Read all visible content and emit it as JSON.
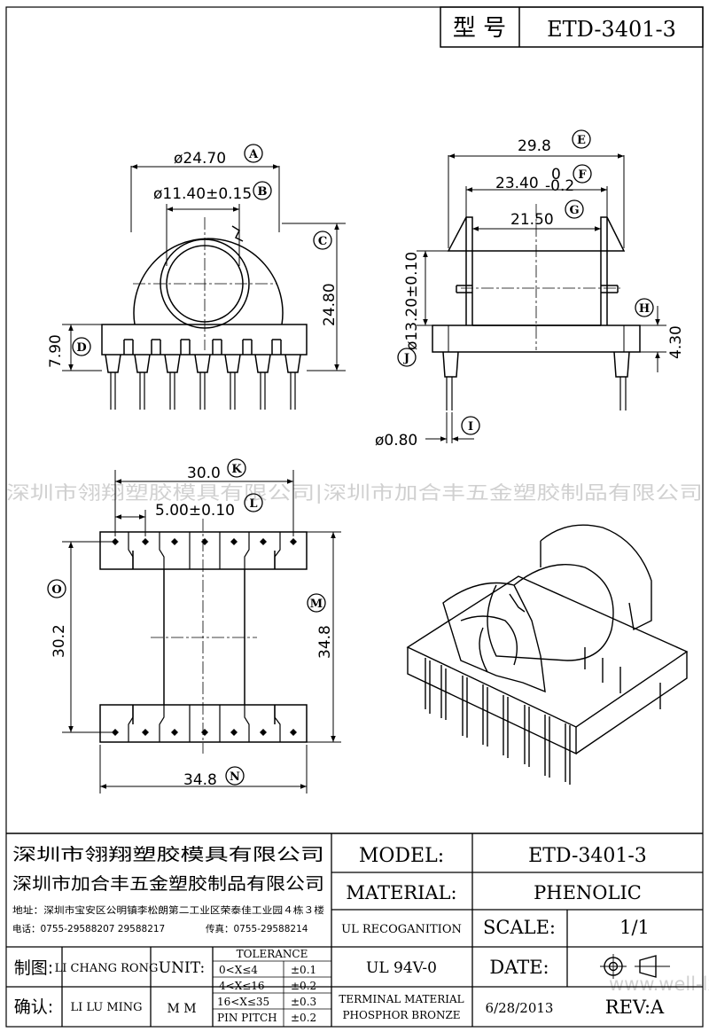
{
  "header": {
    "type_label": "型 号",
    "model": "ETD-3401-3"
  },
  "dims": {
    "A": {
      "text": "ø24.70",
      "tag": "A"
    },
    "B": {
      "text": "ø11.40±0.15",
      "tag": "B"
    },
    "C": {
      "text": "24.80",
      "tag": "C"
    },
    "D": {
      "text": "7.90",
      "tag": "D"
    },
    "E": {
      "text": "29.8",
      "tag": "E"
    },
    "F": {
      "text": "23.40",
      "tol_top": "0",
      "tol_bot": "-0.2",
      "tag": "F"
    },
    "G": {
      "text": "21.50",
      "tag": "G"
    },
    "H": {
      "text": "4.30",
      "tag": "H"
    },
    "I": {
      "text": "ø0.80",
      "tag": "I"
    },
    "J": {
      "text": "ø13.20±0.10",
      "tag": "J"
    },
    "K": {
      "text": "30.0",
      "tag": "K"
    },
    "L": {
      "text": "5.00±0.10",
      "tag": "L"
    },
    "M": {
      "text": "34.8",
      "tag": "M"
    },
    "N": {
      "text": "34.8",
      "tag": "N"
    },
    "O": {
      "text": "30.2",
      "tag": "O"
    }
  },
  "watermark": {
    "line": "深圳市翎翔塑胶模具有限公司|深圳市加合丰五金塑胶制品有限公司",
    "site": "www.well-lx.com"
  },
  "title_block": {
    "company1": "深圳市翎翔塑胶模具有限公司",
    "company2": "深圳市加合丰五金塑胶制品有限公司",
    "address": "地址：深圳市宝安区公明镇李松朗第二工业区荣泰佳工业园４栋３楼",
    "phone": "电话：0755-29588207  29588217",
    "fax": "传真：0755-29588214",
    "model_label": "MODEL:",
    "model_value": "ETD-3401-3",
    "material_label": "MATERIAL:",
    "material_value": "PHENOLIC",
    "ul_label": "UL RECOGANITION",
    "ul_value": "UL 94V-0",
    "scale_label": "SCALE:",
    "scale_value": "1/1",
    "date_label": "DATE:",
    "date_value": "6/28/2013",
    "terminal_line1": "TERMINAL MATERIAL",
    "terminal_line2": "PHOSPHOR  BRONZE",
    "rev_label": "REV:A",
    "drawn_label": "制图:",
    "drawn_by": "LI CHANG RONG",
    "checked_label": "确认:",
    "checked_by": "LI LU MING",
    "unit_label": "UNIT:",
    "unit_value": "M M",
    "tolerance_title": "TOLERANCE",
    "tolerances": [
      {
        "range": "0<X≤4",
        "tol": "±0.1"
      },
      {
        "range": "4<X≤16",
        "tol": "±0.2"
      },
      {
        "range": "16<X≤35",
        "tol": "±0.3"
      },
      {
        "range": "PIN PITCH",
        "tol": "±0.2"
      }
    ]
  }
}
